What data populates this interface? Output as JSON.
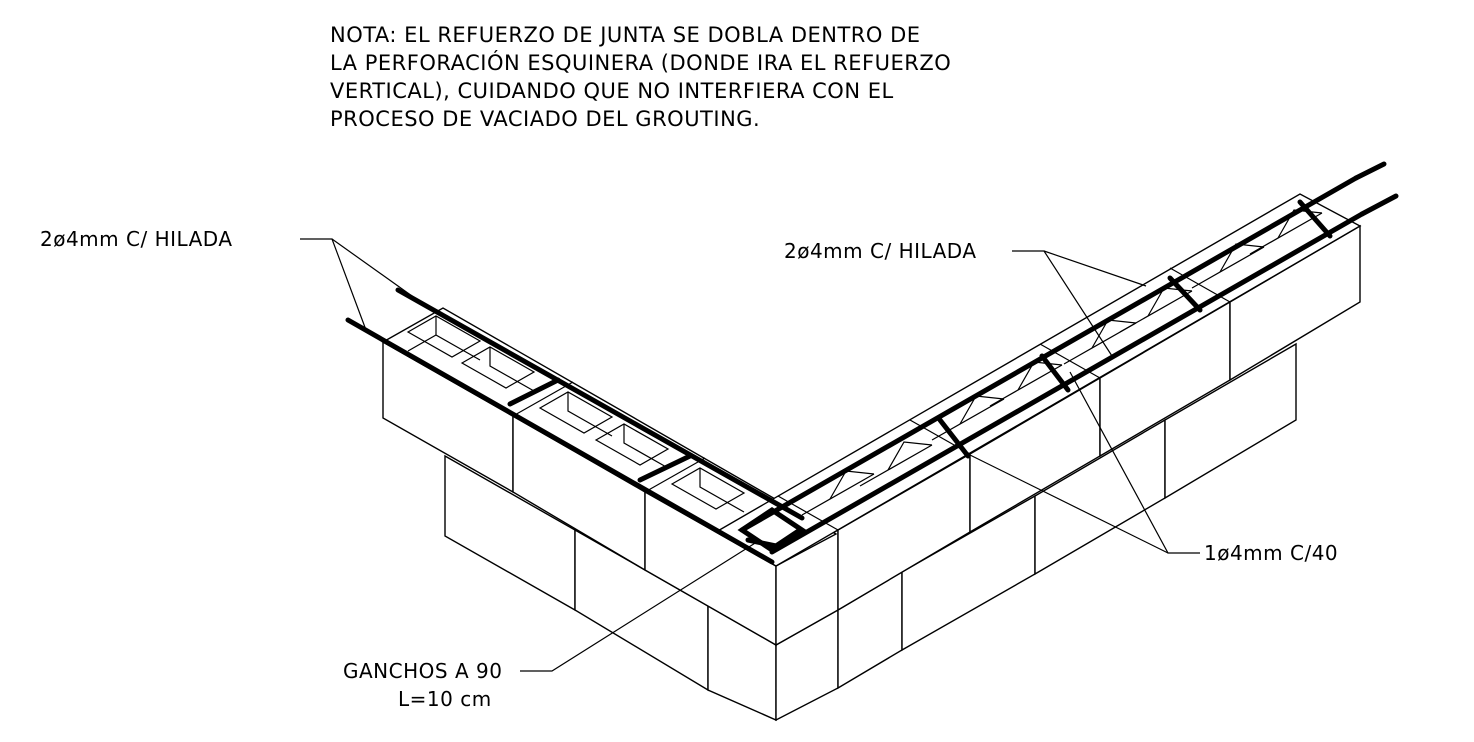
{
  "note": {
    "lines": [
      "NOTA: EL REFUERZO DE JUNTA SE DOBLA DENTRO DE",
      "LA PERFORACIÓN ESQUINERA (DONDE IRA EL REFUERZO",
      "VERTICAL), CUIDANDO QUE NO INTERFIERA CON EL",
      "PROCESO DE VACIADO DEL GROUTING."
    ]
  },
  "labels": {
    "left_joint_reinforcement": "2ø4mm C/ HILADA",
    "right_joint_reinforcement": "2ø4mm C/ HILADA",
    "ladder_rungs": "1ø4mm C/40",
    "hooks_line1": "GANCHOS A 90",
    "hooks_line2": "L=10 cm"
  }
}
